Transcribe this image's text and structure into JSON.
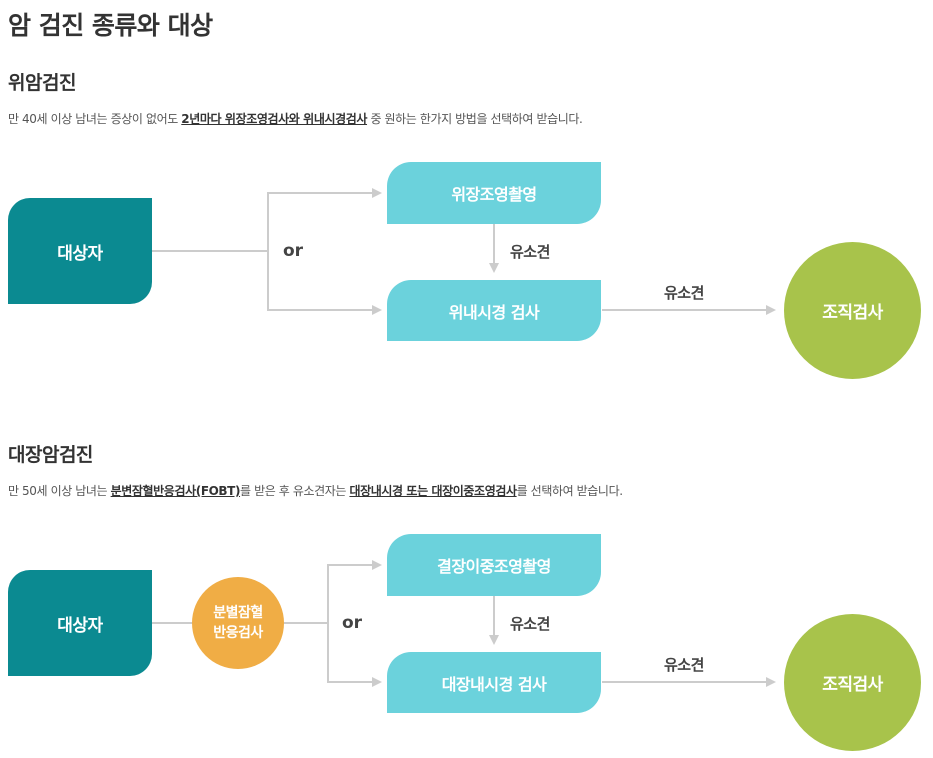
{
  "page_title": "암 검진 종류와 대상",
  "stomach": {
    "title": "위암검진",
    "desc_pre": "만 40세 이상 남녀는 증상이 없어도 ",
    "desc_emph": "2년마다 위장조영검사와 위내시경검사",
    "desc_post": " 중 원하는 한가지 방법을 선택하여 받습니다.",
    "target_label": "대상자",
    "or_label": "or",
    "step1_label": "위장조영촬영",
    "step2_label": "위내시경 검사",
    "suspect_down": "유소견",
    "suspect_right": "유소견",
    "biopsy_label": "조직검사"
  },
  "colon": {
    "title": "대장암검진",
    "desc_pre": "만 50세 이상 남녀는 ",
    "desc_emph1": "분변잠혈반응검사(FOBT)",
    "desc_mid": "를 받은 후 유소견자는 ",
    "desc_emph2": "대장내시경 또는 대장이중조영검사",
    "desc_post": "를 선택하여 받습니다.",
    "target_label": "대상자",
    "fobt_line1": "분별잠혈",
    "fobt_line2": "반응검사",
    "or_label": "or",
    "step1_label": "결장이중조영촬영",
    "step2_label": "대장내시경 검사",
    "suspect_down": "유소견",
    "suspect_right": "유소견",
    "biopsy_label": "조직검사"
  },
  "colors": {
    "target": "#0b8a91",
    "step": "#6bd2dc",
    "biopsy": "#a8c34b",
    "fobt": "#f0ad45",
    "connector": "#cccccc"
  }
}
